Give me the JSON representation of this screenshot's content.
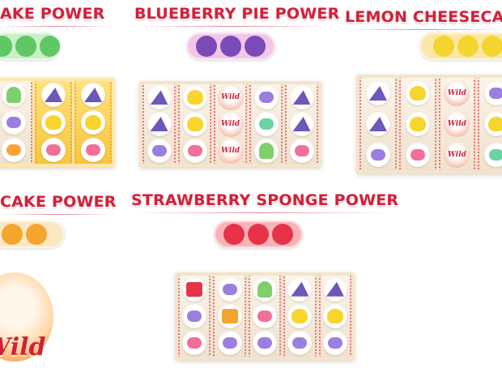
{
  "panels": [
    {
      "id": "matcha",
      "title": "AKE POWER",
      "pill_color": "#c7f0c4",
      "icon_color": "#5fc763",
      "icon_count": 3
    },
    {
      "id": "blueberry",
      "title": "BLUEBERRY PIE POWER",
      "pill_color": "#f3c6e8",
      "icon_color": "#7a4ab8",
      "icon_count": 3
    },
    {
      "id": "lemon",
      "title": "LEMON CHEESECA",
      "pill_color": "#fbe7a7",
      "icon_color": "#f4d42e",
      "icon_count": 3
    },
    {
      "id": "orange",
      "title": "CAKE POWER",
      "pill_color": "#fbe7c4",
      "icon_color": "#f5a42e",
      "icon_count": 2
    },
    {
      "id": "strawberry",
      "title": "STRAWBERRY SPONGE POWER",
      "pill_color": "#f7b3b8",
      "icon_color": "#e6334a",
      "icon_count": 3
    }
  ],
  "wild_label": "Wild",
  "colors": {
    "title_red": "#d2203a",
    "reel_border": "#e56b72",
    "macaron_purple": "#9b7fe0",
    "macaron_pink": "#f26f9a",
    "macaron_green": "#6cd3a2",
    "macaron_orange": "#ffa23a",
    "cupcake_green": "#7fd06a",
    "lemon_yellow": "#f8d52e",
    "pie_blue": "#6d57b8"
  }
}
